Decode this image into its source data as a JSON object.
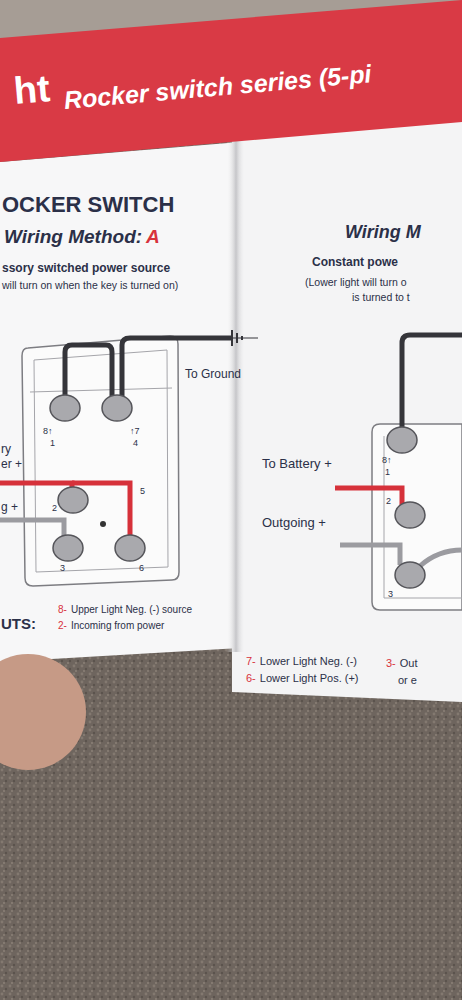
{
  "diagram": {
    "labels": [
      "ht",
      "Rocker switch series (5-pi",
      "OCKER SWITCH",
      "Wiring Method:",
      "A",
      "ssory switched power source",
      "will turn on when the key is turned on)",
      "Wiring M",
      "Constant powe",
      "(Lower light will turn o",
      "is turned to t",
      "To Ground",
      "8↑",
      "1",
      "↑7",
      "4",
      "ry",
      "er +",
      "2",
      "5",
      "g +",
      "3",
      "6",
      "To Battery +",
      "8↑",
      "1",
      "2",
      "Outgoing +",
      "3",
      "UTS:",
      "8-",
      "Upper Light Neg. (-) source",
      "2-",
      "Incoming from power",
      "7-",
      "Lower Light Neg. (-)",
      "6-",
      "Lower Light Pos. (+)",
      "3-",
      "Out",
      "or e"
    ]
  }
}
